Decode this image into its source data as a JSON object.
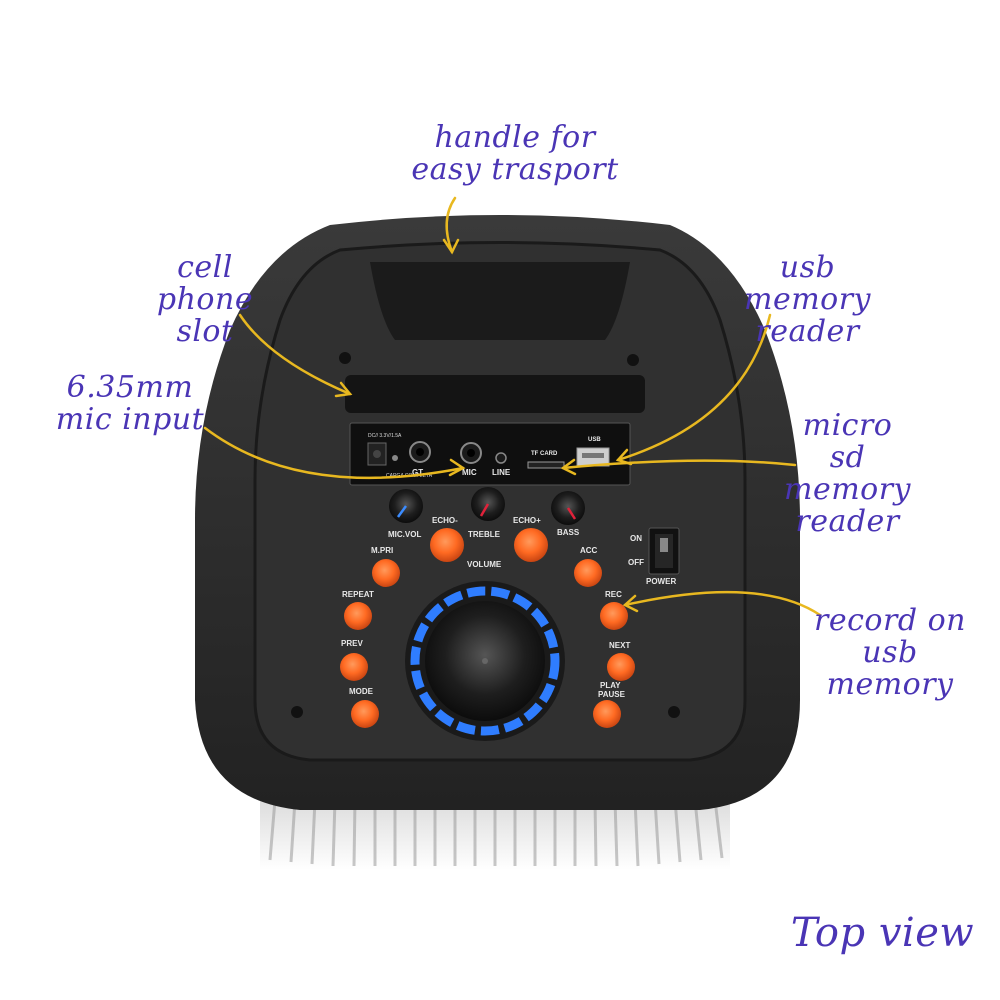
{
  "annotations": {
    "handle": "handle for easy trasport",
    "cell_phone_slot": "cell phone slot",
    "mic_input": "6.35mm mic input",
    "usb_reader": "usb memory reader",
    "micro_sd": "micro sd memory reader",
    "record": "record on usb memory",
    "view": "Top view"
  },
  "panel": {
    "dc_label": "DC// 3.3V/1.5A",
    "carga": "CARGA COMPLETA",
    "gt": "GT",
    "mic": "MIC",
    "line": "LINE",
    "tf_card": "TF CARD",
    "usb": "USB",
    "mic_vol": "MIC.VOL",
    "treble": "TREBLE",
    "bass": "BASS",
    "echo_minus": "ECHO-",
    "echo_plus": "ECHO+",
    "volume": "VOLUME",
    "m_pri": "M.PRI",
    "acc": "ACC",
    "repeat": "REPEAT",
    "rec": "REC",
    "prev": "PREV",
    "next": "NEXT",
    "mode": "MODE",
    "play": "PLAY",
    "pause": "PAUSE",
    "on": "ON",
    "off": "OFF",
    "power": "POWER"
  },
  "colors": {
    "annotation": "#4a35b5",
    "arrow": "#e8b820",
    "button": "#ff6a22",
    "ring": "#2f7dff",
    "body": "#2d2d2d"
  }
}
